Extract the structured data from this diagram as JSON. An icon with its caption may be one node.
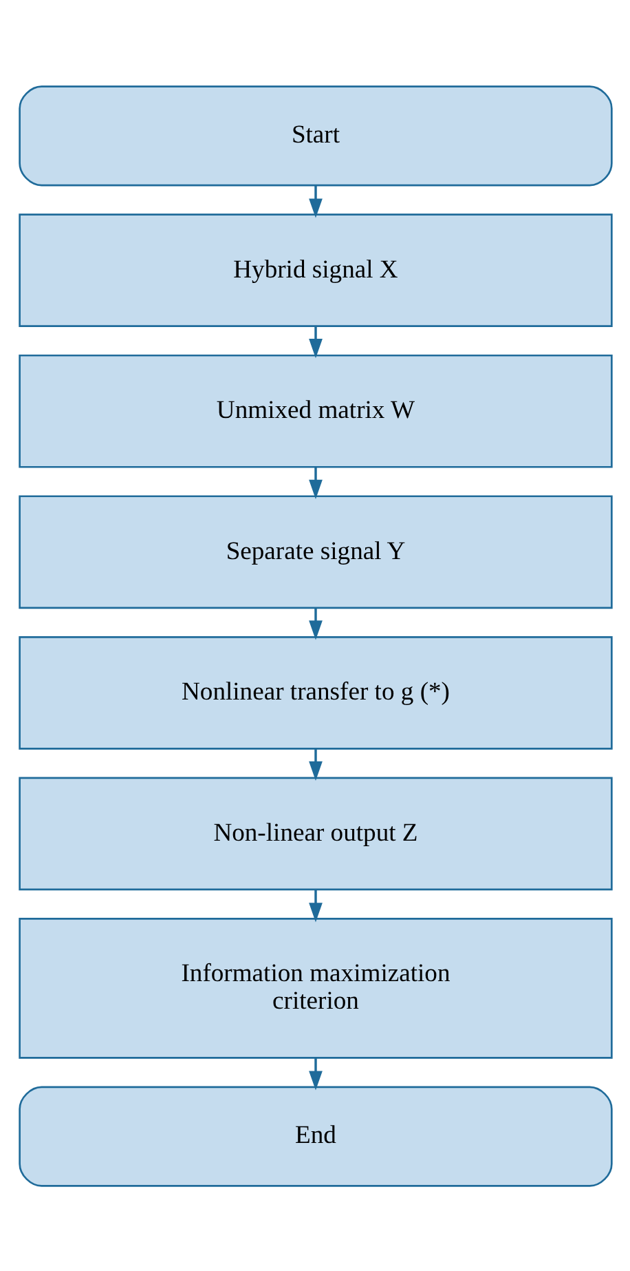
{
  "diagram": {
    "nodes": [
      {
        "text": [
          "Start"
        ]
      },
      {
        "text": [
          "Hybrid signal X"
        ]
      },
      {
        "text": [
          "Unmixed matrix W"
        ]
      },
      {
        "text": [
          "Separate signal Y"
        ]
      },
      {
        "text": [
          "Nonlinear transfer to g (*)"
        ]
      },
      {
        "text": [
          "Non-linear output Z"
        ]
      },
      {
        "text": [
          "Information maximization criterion"
        ]
      },
      {
        "text": [
          "End"
        ]
      }
    ],
    "edges": [
      {
        "from": 0,
        "to": 1,
        "arrow": "to"
      },
      {
        "from": 1,
        "to": 2,
        "arrow": "to"
      },
      {
        "from": 2,
        "to": 3,
        "arrow": "to"
      },
      {
        "from": 3,
        "to": 4,
        "arrow": "to"
      },
      {
        "from": 4,
        "to": 5,
        "arrow": "to"
      },
      {
        "from": 5,
        "to": 6,
        "arrow": "to"
      },
      {
        "from": 6,
        "to": 7,
        "arrow": "to"
      }
    ]
  }
}
